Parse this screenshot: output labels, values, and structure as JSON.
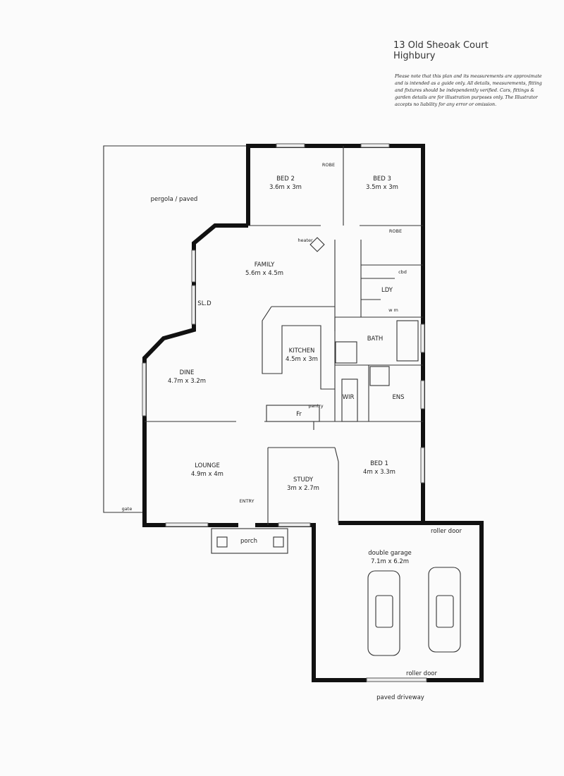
{
  "header": {
    "address_line1": "13 Old Sheoak Court",
    "address_line2": "Highbury",
    "disclaimer": "Please note that this plan and its measurements are approximate and is intended as a guide only. All details, measurements, fitting and fixtures should be independently verified. Cars, fittings & garden details are for illustration purposes only. The Illustrator accepts no liability for any error or omission."
  },
  "rooms": {
    "pergola": "pergola / paved",
    "bed2": {
      "name": "BED 2",
      "size": "3.6m x 3m"
    },
    "bed3": {
      "name": "BED 3",
      "size": "3.5m x 3m"
    },
    "robe1": "ROBE",
    "robe2": "ROBE",
    "heater": "heater",
    "family": {
      "name": "FAMILY",
      "size": "5.6m x 4.5m"
    },
    "sld": "SL.D",
    "cbd": "cbd",
    "ldy": "LDY",
    "wm": "w m",
    "bath": "BATH",
    "kitchen": {
      "name": "KITCHEN",
      "size": "4.5m x 3m"
    },
    "dine": {
      "name": "DINE",
      "size": "4.7m x 3.2m"
    },
    "pantry": "pantry",
    "fr": "Fr",
    "wir": "WIR",
    "ens": "ENS",
    "bed1": {
      "name": "BED 1",
      "size": "4m x 3.3m"
    },
    "lounge": {
      "name": "LOUNGE",
      "size": "4.9m x 4m"
    },
    "study": {
      "name": "STUDY",
      "size": "3m x 2.7m"
    },
    "entry": "ENTRY",
    "gate": "gate",
    "porch": "porch",
    "roller_door_top": "roller door",
    "garage": {
      "name": "double garage",
      "size": "7.1m x 6.2m"
    },
    "roller_door_bottom": "roller door",
    "driveway": "paved driveway"
  }
}
